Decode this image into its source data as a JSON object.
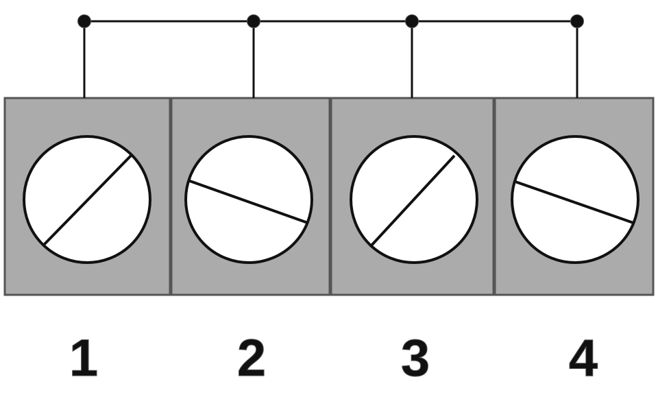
{
  "diagram": {
    "colors": {
      "block_fill": "#ababab",
      "block_stroke": "#555555",
      "wire": "#111111",
      "screw_fill": "#ffffff",
      "screw_stroke": "#111111",
      "label": "#111111"
    },
    "terminals": [
      {
        "label": "1",
        "slot": "diagonal"
      },
      {
        "label": "2",
        "slot": "shallow"
      },
      {
        "label": "3",
        "slot": "diagonal"
      },
      {
        "label": "4",
        "slot": "shallow"
      }
    ]
  }
}
